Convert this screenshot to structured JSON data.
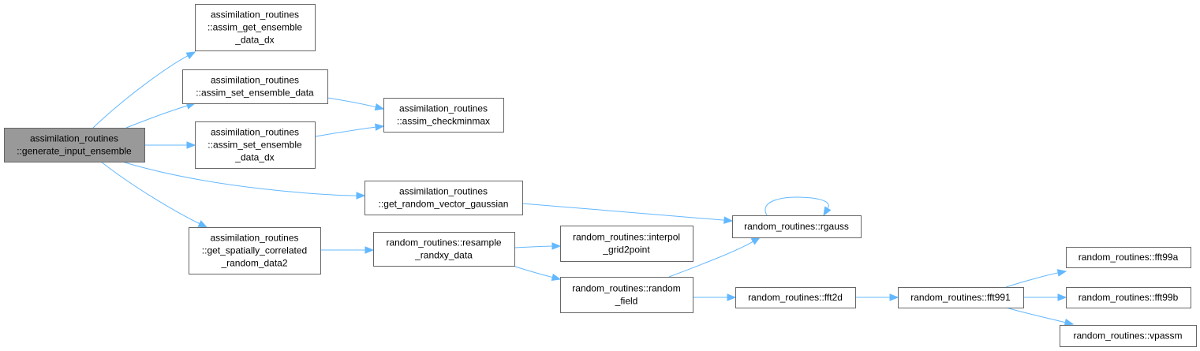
{
  "nodes": [
    {
      "id": "generate_input_ensemble",
      "lines": [
        "assimilation_routines",
        "::generate_input_ensemble"
      ],
      "root": true
    },
    {
      "id": "assim_get_ensemble_data_dx",
      "lines": [
        "assimilation_routines",
        "::assim_get_ensemble",
        "_data_dx"
      ]
    },
    {
      "id": "assim_set_ensemble_data",
      "lines": [
        "assimilation_routines",
        "::assim_set_ensemble_data"
      ]
    },
    {
      "id": "assim_set_ensemble_data_dx",
      "lines": [
        "assimilation_routines",
        "::assim_set_ensemble",
        "_data_dx"
      ]
    },
    {
      "id": "assim_checkminmax",
      "lines": [
        "assimilation_routines",
        "::assim_checkminmax"
      ]
    },
    {
      "id": "get_random_vector_gaussian",
      "lines": [
        "assimilation_routines",
        "::get_random_vector_gaussian"
      ]
    },
    {
      "id": "get_spatially_correlated_random_data2",
      "lines": [
        "assimilation_routines",
        "::get_spatially_correlated",
        "_random_data2"
      ]
    },
    {
      "id": "resample_randxy_data",
      "lines": [
        "random_routines::resample",
        "_randxy_data"
      ]
    },
    {
      "id": "interpol_grid2point",
      "lines": [
        "random_routines::interpol",
        "_grid2point"
      ]
    },
    {
      "id": "random_field",
      "lines": [
        "random_routines::random",
        "_field"
      ]
    },
    {
      "id": "rgauss",
      "lines": [
        "random_routines::rgauss"
      ]
    },
    {
      "id": "fft2d",
      "lines": [
        "random_routines::fft2d"
      ]
    },
    {
      "id": "fft991",
      "lines": [
        "random_routines::fft991"
      ]
    },
    {
      "id": "fft99a",
      "lines": [
        "random_routines::fft99a"
      ]
    },
    {
      "id": "fft99b",
      "lines": [
        "random_routines::fft99b"
      ]
    },
    {
      "id": "vpassm",
      "lines": [
        "random_routines::vpassm"
      ]
    }
  ],
  "edges": [
    {
      "from": "generate_input_ensemble",
      "to": "assim_get_ensemble_data_dx"
    },
    {
      "from": "generate_input_ensemble",
      "to": "assim_set_ensemble_data"
    },
    {
      "from": "generate_input_ensemble",
      "to": "assim_set_ensemble_data_dx"
    },
    {
      "from": "generate_input_ensemble",
      "to": "get_random_vector_gaussian"
    },
    {
      "from": "generate_input_ensemble",
      "to": "get_spatially_correlated_random_data2"
    },
    {
      "from": "assim_set_ensemble_data",
      "to": "assim_checkminmax"
    },
    {
      "from": "assim_set_ensemble_data_dx",
      "to": "assim_checkminmax"
    },
    {
      "from": "get_random_vector_gaussian",
      "to": "rgauss"
    },
    {
      "from": "get_spatially_correlated_random_data2",
      "to": "resample_randxy_data"
    },
    {
      "from": "resample_randxy_data",
      "to": "interpol_grid2point"
    },
    {
      "from": "resample_randxy_data",
      "to": "random_field"
    },
    {
      "from": "random_field",
      "to": "rgauss"
    },
    {
      "from": "random_field",
      "to": "fft2d"
    },
    {
      "from": "rgauss",
      "to": "rgauss"
    },
    {
      "from": "fft2d",
      "to": "fft991"
    },
    {
      "from": "fft991",
      "to": "fft99a"
    },
    {
      "from": "fft991",
      "to": "fft99b"
    },
    {
      "from": "fft991",
      "to": "vpassm"
    }
  ],
  "colors": {
    "edge": "#63b8ff",
    "node_border": "#666666",
    "root_fill": "#999999",
    "node_fill": "#ffffff"
  }
}
